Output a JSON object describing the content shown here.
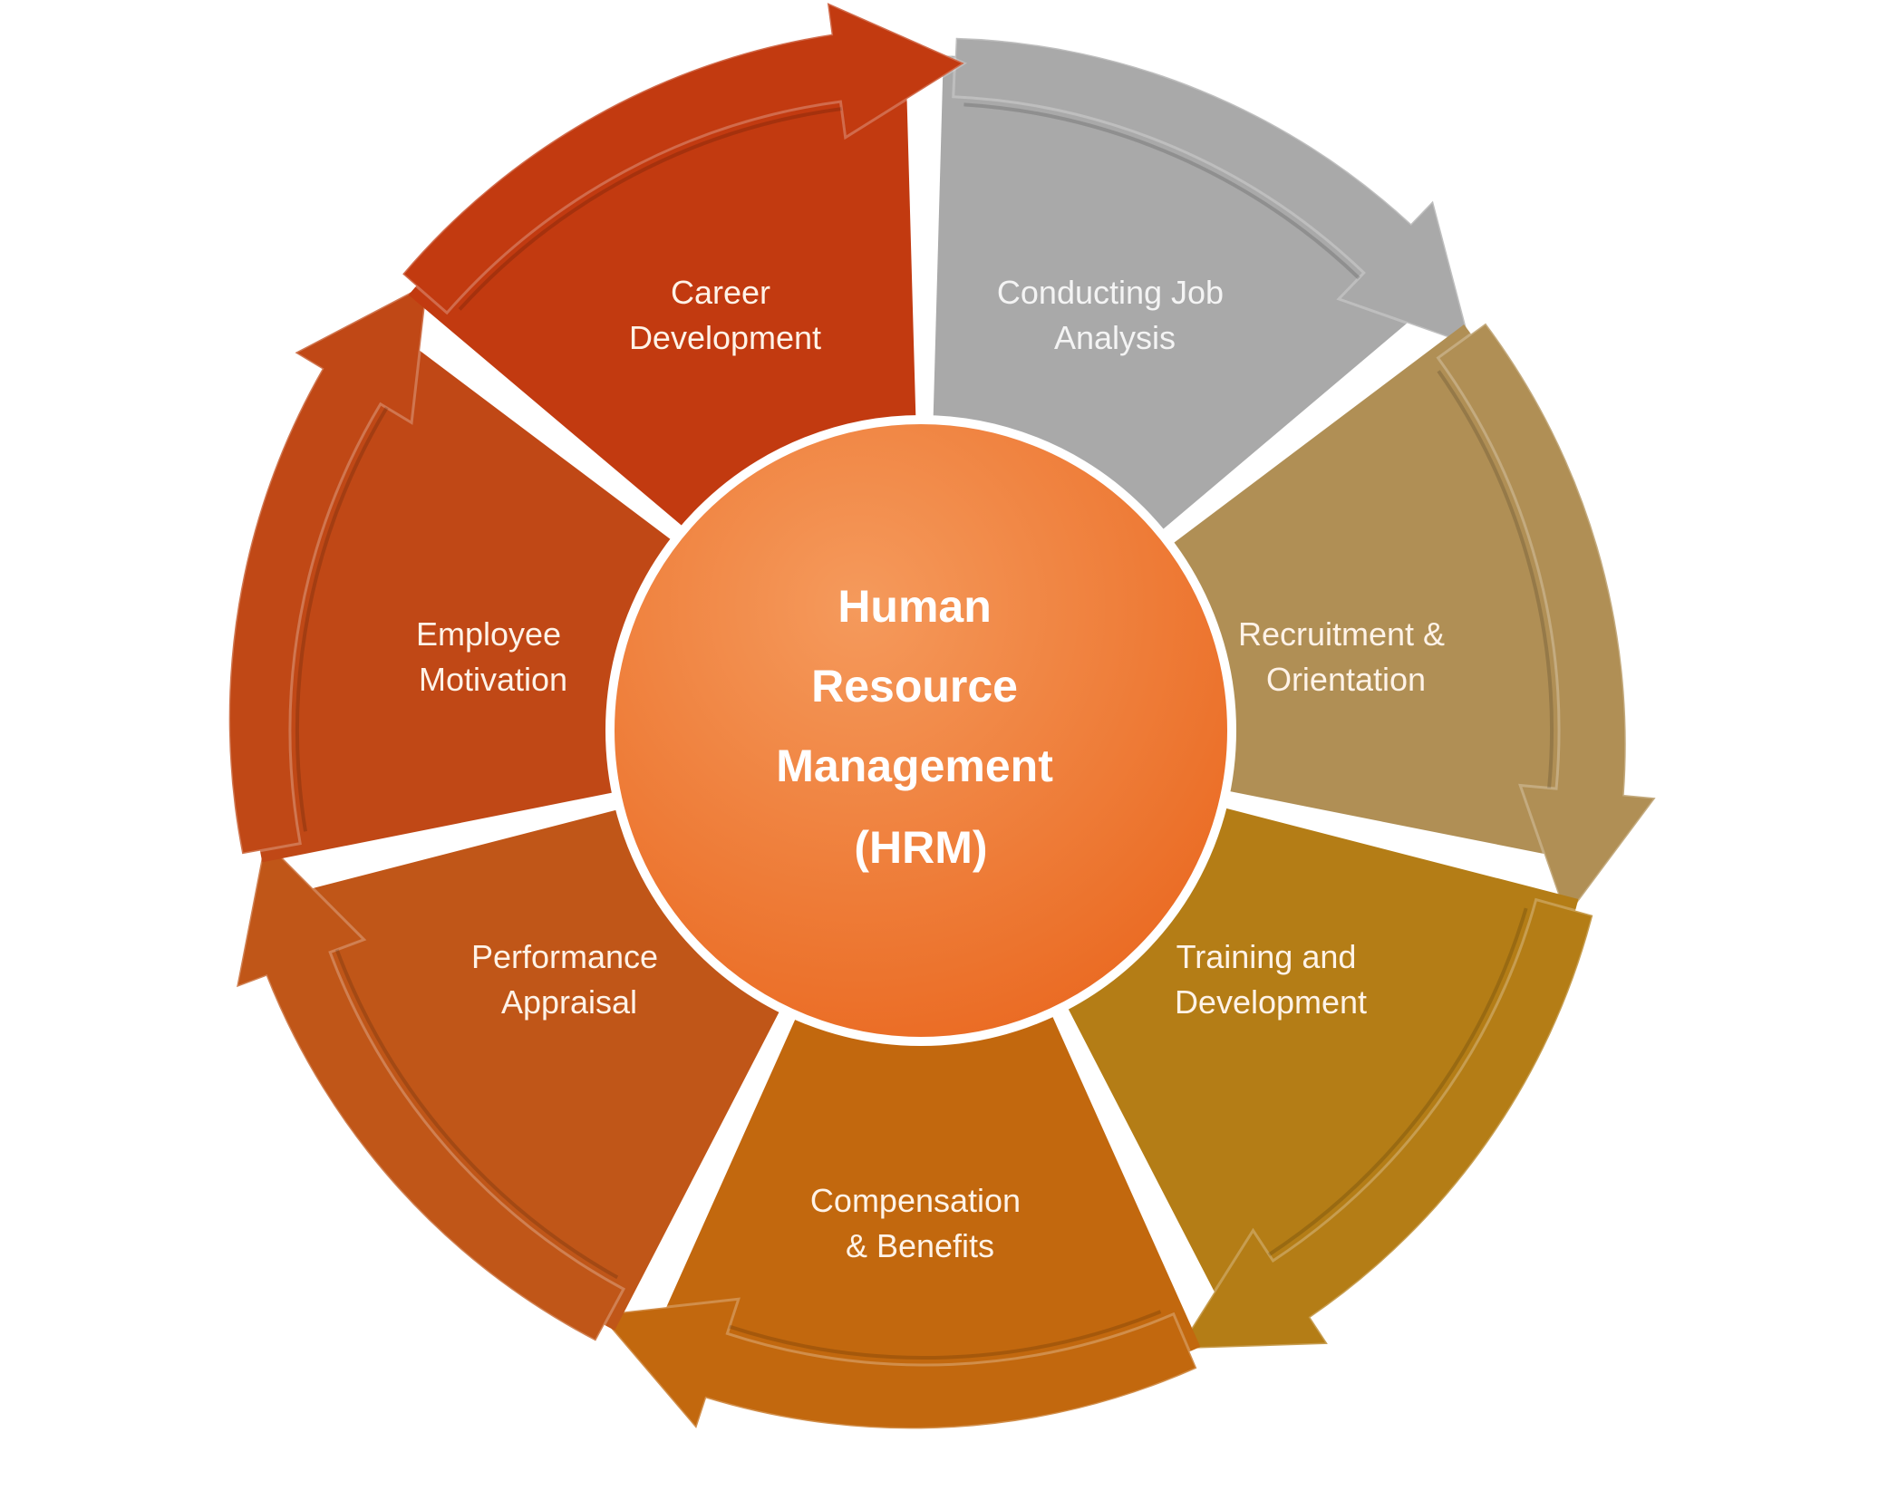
{
  "center": {
    "lines": [
      "Human",
      "Resource",
      "Management",
      "(HRM)"
    ],
    "color": "#f07a30"
  },
  "segments": [
    {
      "lines": [
        "Conducting Job",
        "Analysis"
      ],
      "color": "#a9a9a9",
      "icon": "clockwise-arrow"
    },
    {
      "lines": [
        "Recruitment &",
        "Orientation"
      ],
      "color": "#b08f55",
      "icon": "clockwise-arrow"
    },
    {
      "lines": [
        "Training and",
        "Development"
      ],
      "color": "#b47d16",
      "icon": "clockwise-arrow"
    },
    {
      "lines": [
        "Compensation",
        "& Benefits"
      ],
      "color": "#c2680e",
      "icon": "clockwise-arrow"
    },
    {
      "lines": [
        "Performance",
        "Appraisal"
      ],
      "color": "#c05618",
      "icon": "clockwise-arrow"
    },
    {
      "lines": [
        "Employee",
        "Motivation"
      ],
      "color": "#c04816",
      "icon": "clockwise-arrow"
    },
    {
      "lines": [
        "Career",
        "Development"
      ],
      "color": "#c23a10",
      "icon": "clockwise-arrow"
    }
  ]
}
